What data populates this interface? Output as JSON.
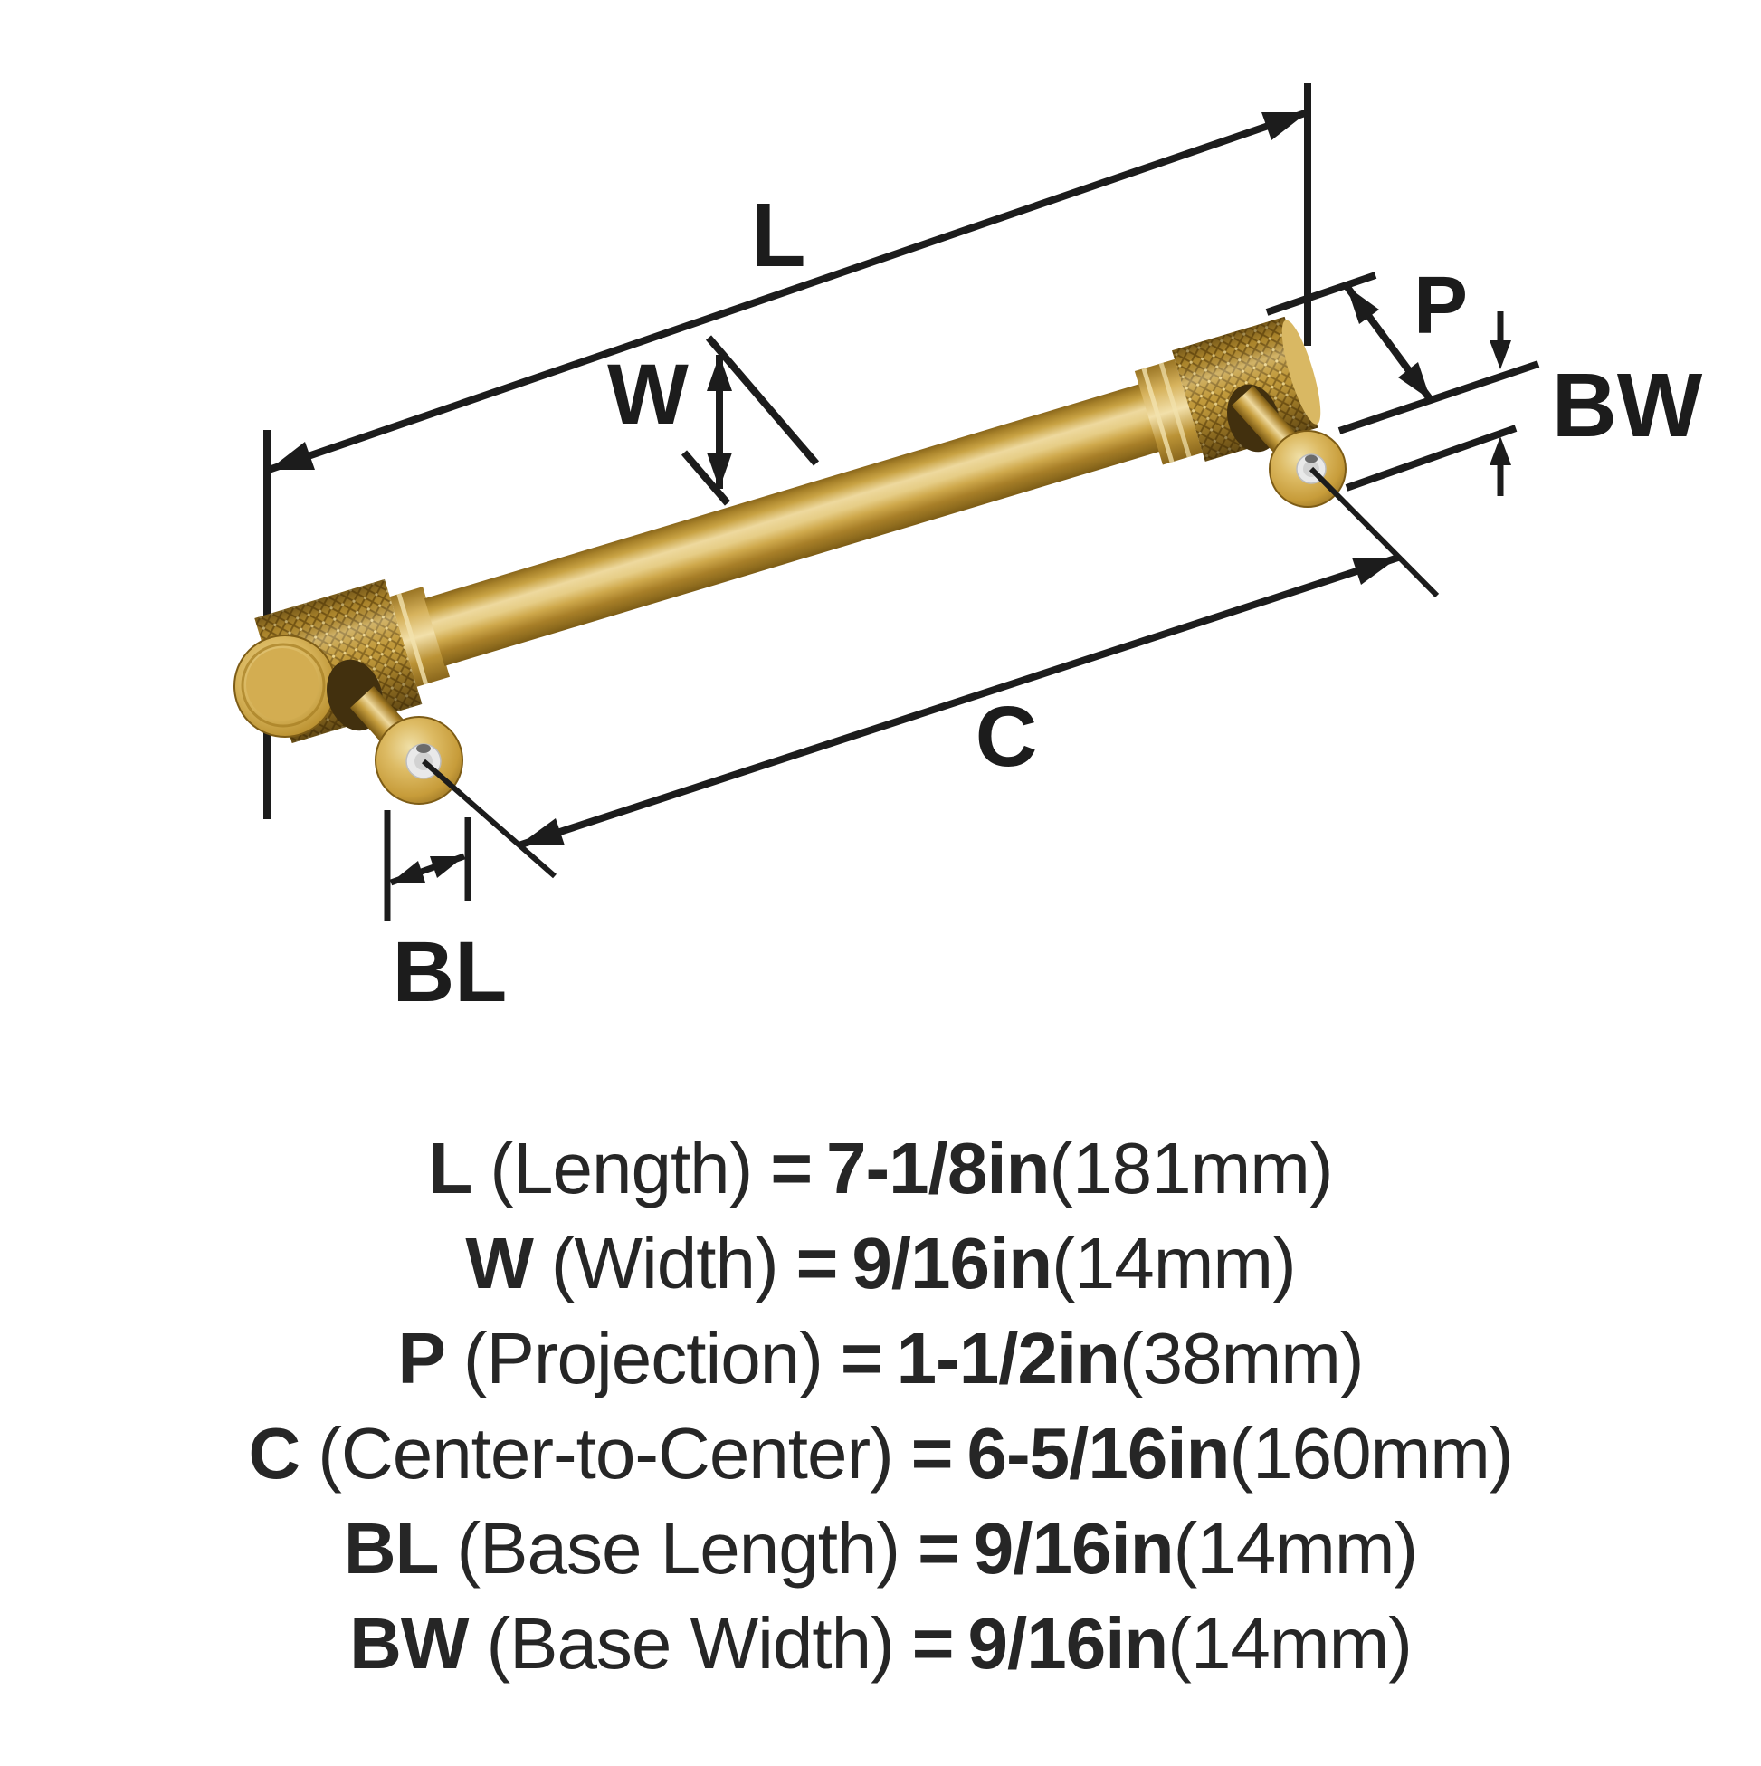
{
  "diagram": {
    "labels": {
      "length": "L",
      "width": "W",
      "projection": "P",
      "base_width": "BW",
      "center_to_center": "C",
      "base_length": "BL"
    }
  },
  "specs": [
    {
      "label": "L",
      "name": "(Length)",
      "eq": "=",
      "value": "7-1/8in",
      "metric": "(181mm)"
    },
    {
      "label": "W",
      "name": "(Width)",
      "eq": "=",
      "value": "9/16in",
      "metric": "(14mm)"
    },
    {
      "label": "P",
      "name": "(Projection)",
      "eq": "=",
      "value": "1-1/2in",
      "metric": "(38mm)"
    },
    {
      "label": "C",
      "name": "(Center-to-Center)",
      "eq": "=",
      "value": "6-5/16in",
      "metric": "(160mm)"
    },
    {
      "label": "BL",
      "name": "(Base Length)",
      "eq": "=",
      "value": "9/16in",
      "metric": "(14mm)"
    },
    {
      "label": "BW",
      "name": "(Base Width)",
      "eq": "=",
      "value": "9/16in",
      "metric": "(14mm)"
    }
  ],
  "colors": {
    "brass": "#c9a244",
    "brass_light": "#eeda9f",
    "brass_dark": "#8a671c",
    "line": "#1c1c1c",
    "text": "#262626",
    "screw_silver": "#e9e9e9"
  }
}
